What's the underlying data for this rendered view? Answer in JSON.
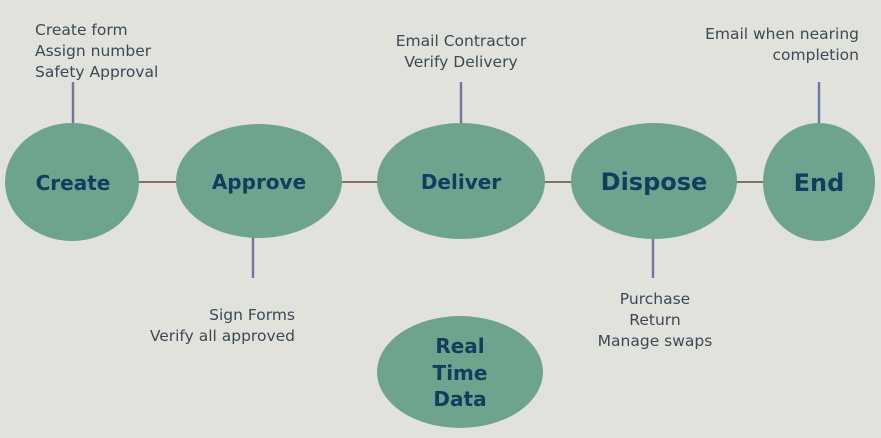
{
  "colors": {
    "background": "#e2e2dc",
    "node_fill": "#6ea48d",
    "node_text": "#0f3e5e",
    "connector": "#8a6f62",
    "leader": "#7078a0",
    "note_text": "#3a4a55"
  },
  "nodes": {
    "create": "Create",
    "approve": "Approve",
    "deliver": "Deliver",
    "dispose": "Dispose",
    "end": "End",
    "realtime": [
      "Real",
      "Time",
      "Data"
    ]
  },
  "notes": {
    "create": [
      "Create form",
      "Assign number",
      "Safety Approval"
    ],
    "approve": [
      "Sign Forms",
      "Verify all approved"
    ],
    "deliver": [
      "Email Contractor",
      "Verify Delivery"
    ],
    "dispose": [
      "Purchase",
      "Return",
      "Manage swaps"
    ],
    "end": [
      "Email when nearing",
      "completion"
    ]
  }
}
